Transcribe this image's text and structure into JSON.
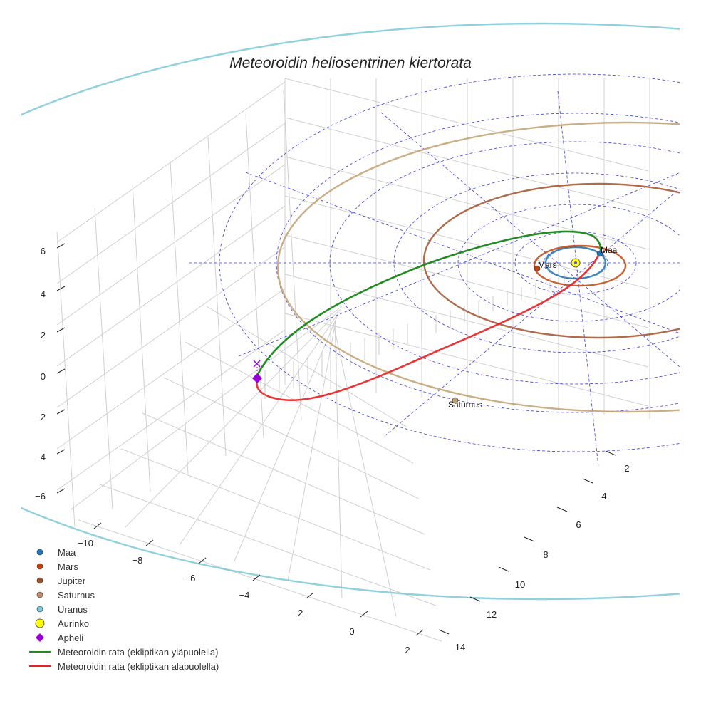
{
  "chart_data": {
    "type": "3d-line",
    "title": "Meteoroidin heliosentrinen kiertorata",
    "x_ticks": [
      "−10",
      "−8",
      "−6",
      "−4",
      "−2",
      "0",
      "2"
    ],
    "y_ticks": [
      "2",
      "4",
      "6",
      "8",
      "10",
      "12",
      "14"
    ],
    "z_ticks": [
      "6",
      "4",
      "2",
      "0",
      "−2",
      "−4",
      "−6"
    ],
    "grid": true,
    "legend_placement": "lower-left",
    "planets": [
      {
        "name": "Maa",
        "color": "#1f77b4",
        "label": "Maa"
      },
      {
        "name": "Mars",
        "color": "#c1440e",
        "label": "Mars"
      },
      {
        "name": "Jupiter",
        "color": "#a0522d"
      },
      {
        "name": "Saturnus",
        "color": "#c2a06e",
        "label": "Saturnus"
      },
      {
        "name": "Uranus",
        "color": "#7ec8d8"
      }
    ],
    "sun": {
      "name": "Aurinko",
      "color": "#ffff00"
    },
    "aphelion": {
      "name": "Apheli",
      "color": "#9400d3"
    },
    "series": [
      {
        "name": "Meteoroidin rata (ekliptikan yläpuolella)",
        "color": "#228b22"
      },
      {
        "name": "Meteoroidin rata (ekliptikan alapuolella)",
        "color": "#e82020"
      }
    ],
    "legend": [
      {
        "label": "Maa",
        "kind": "dot",
        "color": "#1f77b4"
      },
      {
        "label": "Mars",
        "kind": "dot",
        "color": "#c1440e"
      },
      {
        "label": "Jupiter",
        "kind": "dot",
        "color": "#a0522d"
      },
      {
        "label": "Saturnus",
        "kind": "dot",
        "color": "#c2906e"
      },
      {
        "label": "Uranus",
        "kind": "dot",
        "color": "#7ec8d8"
      },
      {
        "label": "Aurinko",
        "kind": "sun",
        "color": "#ffff00"
      },
      {
        "label": "Apheli",
        "kind": "diamond",
        "color": "#9400d3"
      },
      {
        "label": "Meteoroidin rata (ekliptikan yläpuolella)",
        "kind": "line",
        "color": "#228b22"
      },
      {
        "label": "Meteoroidin rata (ekliptikan alapuolella)",
        "kind": "line",
        "color": "#e82020"
      }
    ]
  }
}
